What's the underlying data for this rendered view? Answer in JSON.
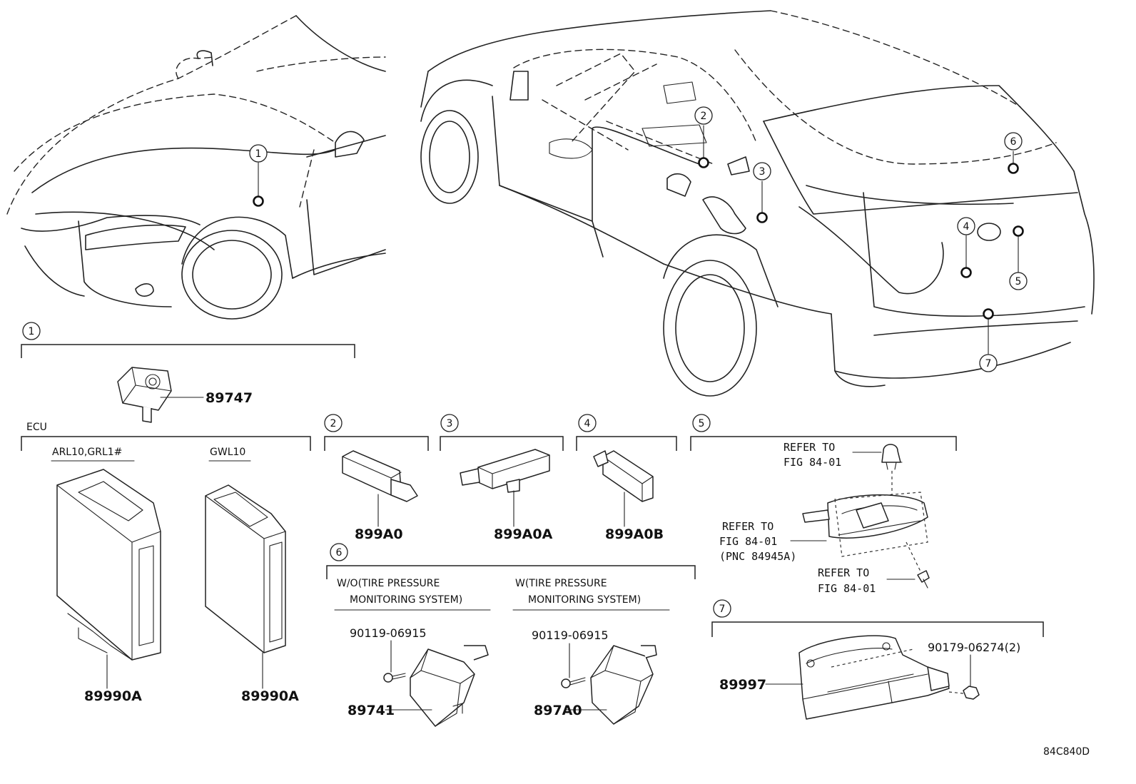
{
  "callouts": {
    "c1": "1",
    "c2": "2",
    "c3": "3",
    "c4": "4",
    "c5": "5",
    "c6": "6",
    "c7": "7"
  },
  "section1": {
    "part": "89747"
  },
  "ecu": {
    "label": "ECU",
    "variant_a": "ARL10,GRL1#",
    "variant_b": "GWL10",
    "part_a": "89990A",
    "part_b": "89990A"
  },
  "section2": {
    "part": "899A0"
  },
  "section3": {
    "part": "899A0A"
  },
  "section4": {
    "part": "899A0B"
  },
  "section5": {
    "ref1_line1": "REFER TO",
    "ref1_line2": "FIG 84-01",
    "ref2_line1": "REFER TO",
    "ref2_line2": "FIG 84-01",
    "ref2_line3": "(PNC 84945A)",
    "ref3_line1": "REFER TO",
    "ref3_line2": "FIG 84-01"
  },
  "section6": {
    "wo_line1": "W/O(TIRE PRESSURE",
    "wo_line2": "MONITORING SYSTEM)",
    "w_line1": "W(TIRE PRESSURE",
    "w_line2": "MONITORING SYSTEM)",
    "bolt_a": "90119-06915",
    "part_a": "89741",
    "bolt_b": "90119-06915",
    "part_b": "897A0"
  },
  "section7": {
    "part": "89997",
    "nut": "90179-06274(2)"
  },
  "diagram_code": "84C840D"
}
